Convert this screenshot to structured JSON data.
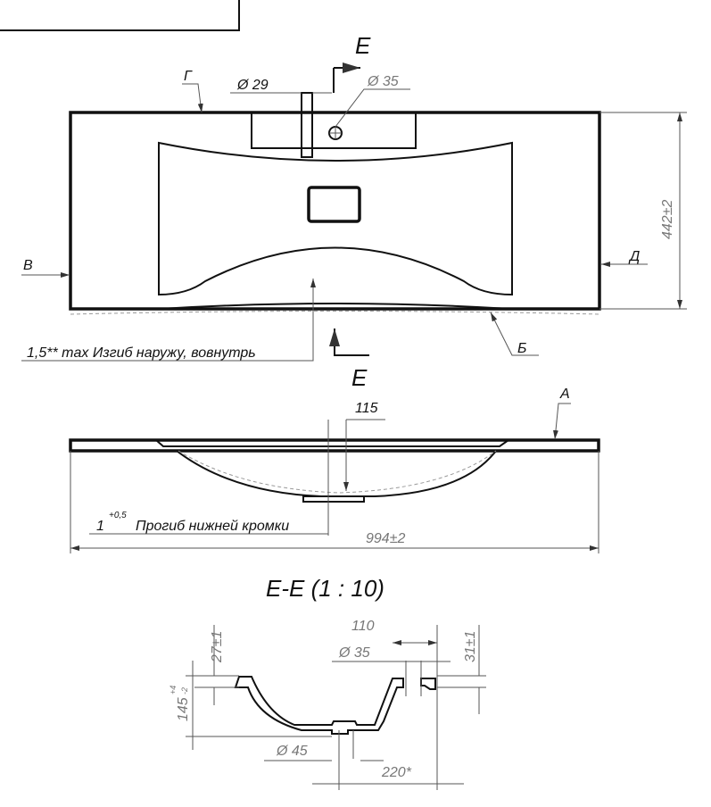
{
  "top_view": {
    "section_mark_top": "Е",
    "label_g": "Г",
    "dim_hole_29": "Ø 29",
    "dim_hole_35": "Ø 35",
    "dim_depth": "442±2",
    "label_v": "В",
    "label_d": "Д",
    "note_bend": "1,5** max Изгиб наружу, вовнутрь",
    "label_b": "Б",
    "section_mark_bottom": "Е"
  },
  "front_view": {
    "dim_115": "115",
    "label_a": "А",
    "note_sag_value": "1",
    "note_sag_tolerance": "+0,5",
    "note_sag_text": "Прогиб нижней кромки",
    "dim_width": "994±2"
  },
  "section_view": {
    "title": "Е-Е (1 : 10)",
    "dim_110": "110",
    "dim_hole_35": "Ø 35",
    "dim_27": "27±1",
    "dim_31": "31±1",
    "dim_145_value": "145",
    "dim_145_upper": "+4",
    "dim_145_lower": "-2",
    "dim_hole_45": "Ø 45",
    "dim_220": "220*"
  }
}
